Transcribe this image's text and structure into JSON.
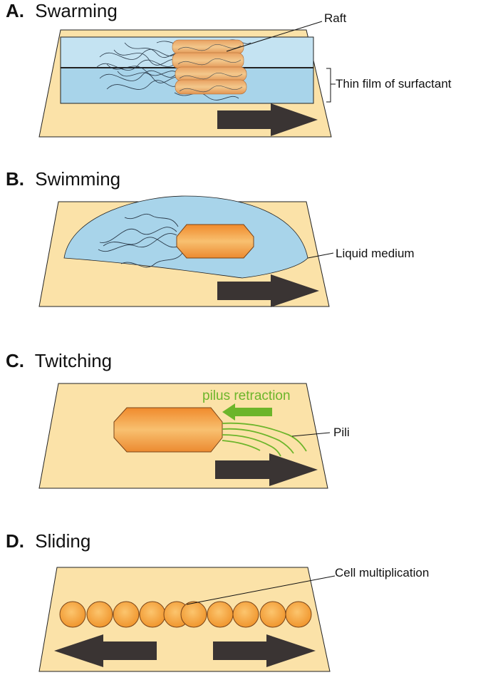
{
  "colors": {
    "surface": "#fbe2a8",
    "liquid": "#a8d4ea",
    "cell_orange": "#f4a64a",
    "arrow": "#3a3433",
    "pili": "#6cb52a"
  },
  "panels": [
    {
      "letter": "A.",
      "name": "Swarming",
      "labels": [
        "Raft",
        "Thin film of surfactant"
      ]
    },
    {
      "letter": "B.",
      "name": "Swimming",
      "labels": [
        "Liquid medium"
      ]
    },
    {
      "letter": "C.",
      "name": "Twitching",
      "labels": [
        "pilus retraction",
        "Pili"
      ]
    },
    {
      "letter": "D.",
      "name": "Sliding",
      "labels": [
        "Cell multiplication"
      ]
    }
  ]
}
